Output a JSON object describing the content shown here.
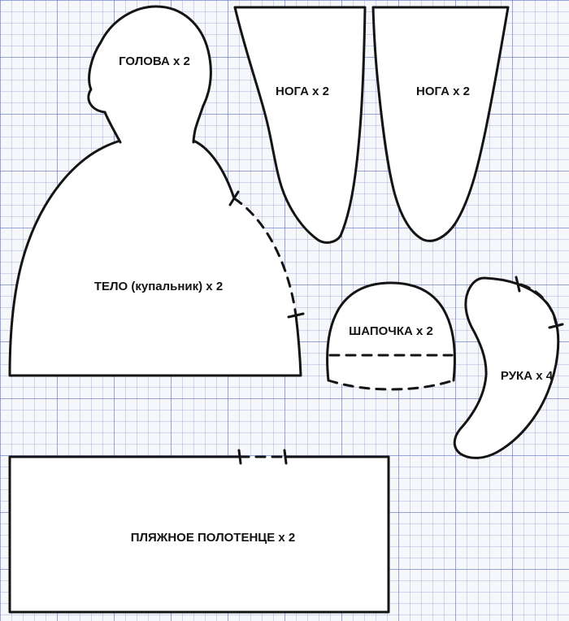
{
  "sheet": {
    "type": "sewing-pattern",
    "pieces": {
      "head": {
        "label": "ГОЛОВА x 2"
      },
      "leg_left": {
        "label": "НОГА x 2"
      },
      "leg_right": {
        "label": "НОГА x 2"
      },
      "body": {
        "label": "ТЕЛО (купальник) x 2"
      },
      "cap": {
        "label": "ШАПОЧКА x 2"
      },
      "arm": {
        "label": "РУКА x 4"
      },
      "towel": {
        "label": "ПЛЯЖНОЕ ПОЛОТЕНЦЕ x 2"
      }
    },
    "colors": {
      "outline": "#141414",
      "piece_fill": "#ffffff",
      "grid_minor": "#a0aadc",
      "grid_major": "#6070c8",
      "paper": "#f6f7fb"
    }
  }
}
